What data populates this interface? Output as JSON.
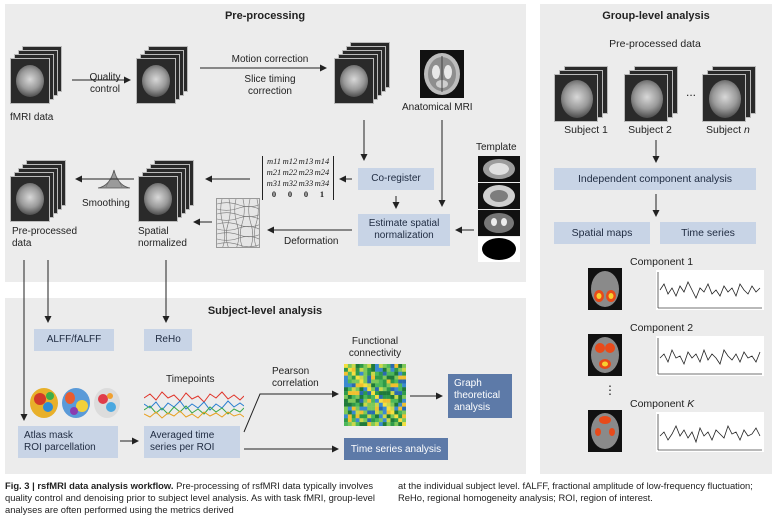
{
  "preprocessing": {
    "title": "Pre-processing",
    "fmri_data": "fMRI data",
    "quality_control": "Quality\ncontrol",
    "motion_correction": "Motion correction",
    "slice_timing": "Slice timing\ncorrection",
    "anatomical_mri": "Anatomical MRI",
    "template": "Template",
    "co_register": "Co-register",
    "estimate_spatial": "Estimate spatial\nnormalization",
    "deformation": "Deformation",
    "smoothing": "Smoothing",
    "preprocessed_data": "Pre-processed\ndata",
    "spatial_normalized": "Spatial\nnormalized",
    "matrix": [
      [
        "m11",
        "m12",
        "m13",
        "m14"
      ],
      [
        "m21",
        "m22",
        "m23",
        "m24"
      ],
      [
        "m31",
        "m32",
        "m33",
        "m34"
      ],
      [
        "0",
        "0",
        "0",
        "1"
      ]
    ]
  },
  "subject_level": {
    "title": "Subject-level analysis",
    "alff": "ALFF/fALFF",
    "reho": "ReHo",
    "timepoints": "Timepoints",
    "pearson": "Pearson\ncorrelation",
    "functional_connectivity": "Functional\nconnectivity",
    "graph": "Graph\ntheoretical\nanalysis",
    "atlas": "Atlas mask\nROI parcellation",
    "averaged": "Averaged time\nseries per ROI",
    "time_series_analysis": "Time series analysis"
  },
  "group_level": {
    "title": "Group-level analysis",
    "preprocessed": "Pre-processed data",
    "subject1": "Subject 1",
    "subject2": "Subject 2",
    "ellipsis": "...",
    "subjectn_prefix": "Subject ",
    "subjectn_var": "n",
    "ica": "Independent component analysis",
    "spatial_maps": "Spatial maps",
    "time_series": "Time series",
    "component1": "Component 1",
    "component2": "Component 2",
    "vdots": "⋮",
    "componentk_prefix": "Component ",
    "componentk_var": "K"
  },
  "caption": {
    "fig_label": "Fig. 3 | rsfMRI data analysis workflow.",
    "left_text": " Pre-processing of rsfMRI data typically involves quality control and denoising prior to subject level analysis. As with task fMRI, group-level analyses are often performed using the metrics derived",
    "right_text": "at the individual subject level. fALFF, fractional amplitude of low-frequency fluctuation; ReHo, regional homogeneity analysis; ROI, region of interest."
  },
  "colors": {
    "panel_bg": "#ececec",
    "light_box": "#c8d4e6",
    "dark_box": "#5d7aa8",
    "arrow": "#222222"
  }
}
